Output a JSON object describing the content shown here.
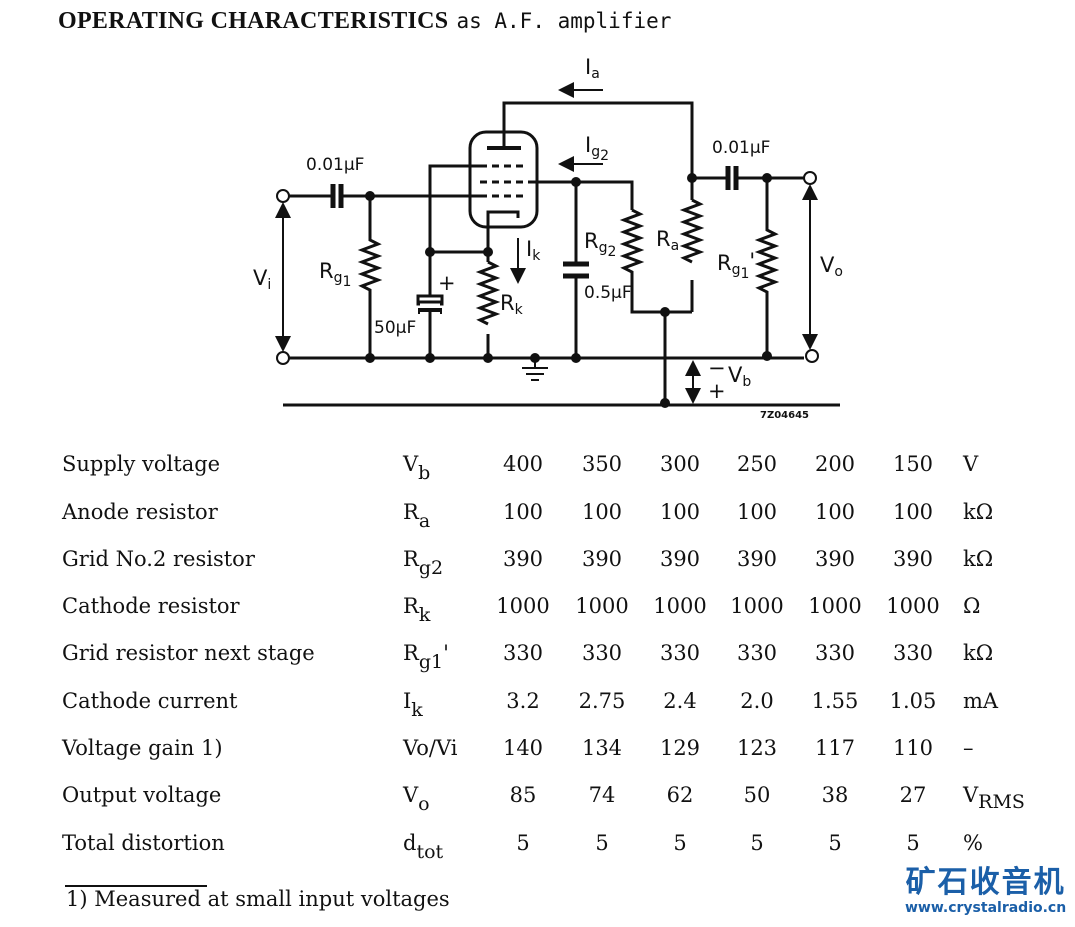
{
  "title": {
    "bold": "OPERATING CHARACTERISTICS",
    "rest": "as A.F. amplifier"
  },
  "circuit": {
    "c_in": "0.01µF",
    "c_out": "0.01µF",
    "vi": {
      "main": "V",
      "sub": "i"
    },
    "vo": {
      "main": "V",
      "sub": "o"
    },
    "rg1": {
      "main": "R",
      "sub": "g",
      "subsub": "1"
    },
    "rg2": {
      "main": "R",
      "sub": "g",
      "subsub": "2"
    },
    "rg1p": {
      "main": "R",
      "sub": "g",
      "subsub": "1",
      "suffix": "'"
    },
    "ra": {
      "main": "R",
      "sub": "a"
    },
    "rk": {
      "main": "R",
      "sub": "k"
    },
    "ia": {
      "main": "I",
      "sub": "a"
    },
    "ig2": {
      "main": "I",
      "sub": "g",
      "subsub": "2"
    },
    "ik": {
      "main": "I",
      "sub": "k"
    },
    "c_k": "50µF",
    "c_k_plus": "+",
    "c_g2": "0.5µF",
    "vb": {
      "minus": "−",
      "main": "V",
      "sub": "b",
      "plus": "+"
    },
    "drawing_no": "7Z04645"
  },
  "table": {
    "rows": [
      {
        "label": "Supply voltage",
        "sym": "V",
        "sub": "b",
        "suffix": "",
        "values": [
          "400",
          "350",
          "300",
          "250",
          "200",
          "150"
        ],
        "unit": "V",
        "unit_sub": ""
      },
      {
        "label": "Anode resistor",
        "sym": "R",
        "sub": "a",
        "suffix": "",
        "values": [
          "100",
          "100",
          "100",
          "100",
          "100",
          "100"
        ],
        "unit": "kΩ",
        "unit_sub": ""
      },
      {
        "label": "Grid No.2 resistor",
        "sym": "R",
        "sub": "g2",
        "suffix": "",
        "values": [
          "390",
          "390",
          "390",
          "390",
          "390",
          "390"
        ],
        "unit": "kΩ",
        "unit_sub": ""
      },
      {
        "label": "Cathode resistor",
        "sym": "R",
        "sub": "k",
        "suffix": "",
        "values": [
          "1000",
          "1000",
          "1000",
          "1000",
          "1000",
          "1000"
        ],
        "unit": "Ω",
        "unit_sub": ""
      },
      {
        "label": "Grid resistor next stage",
        "sym": "R",
        "sub": "g1",
        "suffix": "'",
        "values": [
          "330",
          "330",
          "330",
          "330",
          "330",
          "330"
        ],
        "unit": "kΩ",
        "unit_sub": ""
      },
      {
        "label": "Cathode current",
        "sym": "I",
        "sub": "k",
        "suffix": "",
        "values": [
          "3.2",
          "2.75",
          "2.4",
          "2.0",
          "1.55",
          "1.05"
        ],
        "unit": "mA",
        "unit_sub": ""
      },
      {
        "label": "Voltage gain 1)",
        "sym": "Vo/Vi",
        "sub": "",
        "suffix": "",
        "values": [
          "140",
          "134",
          "129",
          "123",
          "117",
          "110"
        ],
        "unit": "–",
        "unit_sub": ""
      },
      {
        "label": "Output voltage",
        "sym": "V",
        "sub": "o",
        "suffix": "",
        "values": [
          "85",
          "74",
          "62",
          "50",
          "38",
          "27"
        ],
        "unit": "V",
        "unit_sub": "RMS"
      },
      {
        "label": "Total distortion",
        "sym": "d",
        "sub": "tot",
        "suffix": "",
        "values": [
          "5",
          "5",
          "5",
          "5",
          "5",
          "5"
        ],
        "unit": "%",
        "unit_sub": ""
      }
    ]
  },
  "footnote": {
    "mark": "1)",
    "text": "Measured at small input voltages"
  },
  "watermark": {
    "cn": "矿石收音机",
    "url": "www.crystalradio.cn"
  }
}
